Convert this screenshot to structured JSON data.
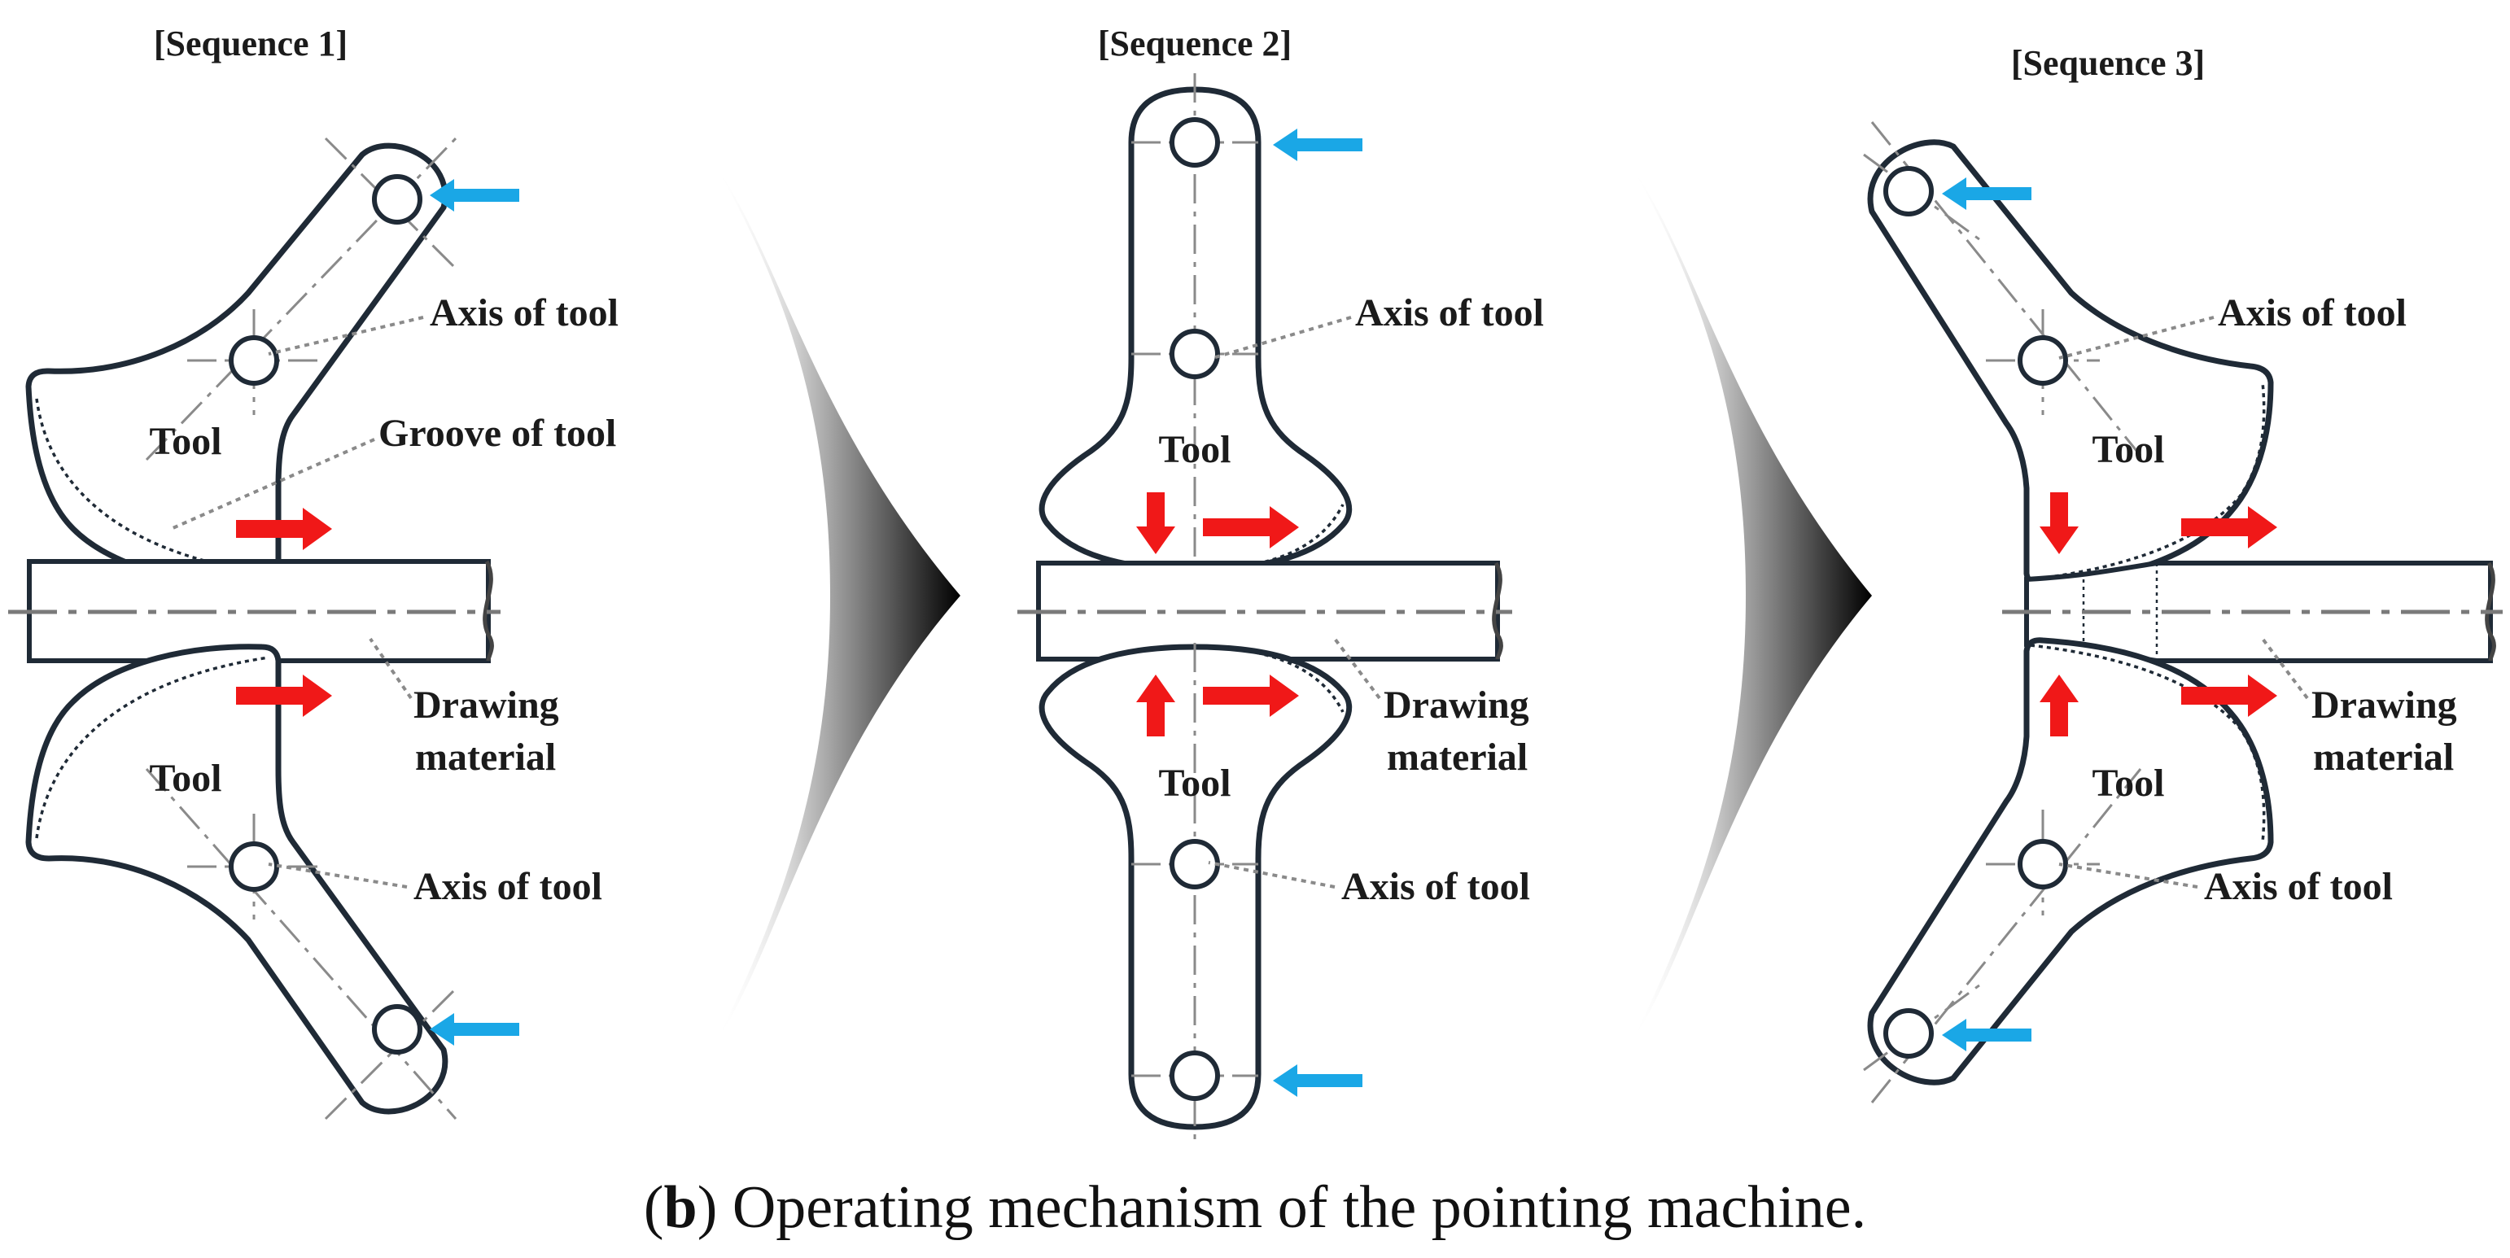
{
  "sequences": [
    {
      "title": "[Sequence 1]",
      "tool_upper": "Tool",
      "tool_lower": "Tool",
      "axis_upper": "Axis of tool",
      "axis_lower": "Axis of tool",
      "groove": "Groove of tool",
      "material_line1": "Drawing",
      "material_line2": "material"
    },
    {
      "title": "[Sequence 2]",
      "tool_upper": "Tool",
      "tool_lower": "Tool",
      "axis_upper": "Axis of tool",
      "axis_lower": "Axis of tool",
      "material_line1": "Drawing",
      "material_line2": "material"
    },
    {
      "title": "[Sequence 3]",
      "tool_upper": "Tool",
      "tool_lower": "Tool",
      "axis_upper": "Axis of tool",
      "axis_lower": "Axis of tool",
      "material_line1": "Drawing",
      "material_line2": "material"
    }
  ],
  "caption": {
    "letter": "b",
    "text": ") Operating mechanism of the pointing machine."
  },
  "colors": {
    "force_arrow": "#1aa7e6",
    "motion_arrow": "#f01818",
    "outline": "#1f2a36"
  }
}
